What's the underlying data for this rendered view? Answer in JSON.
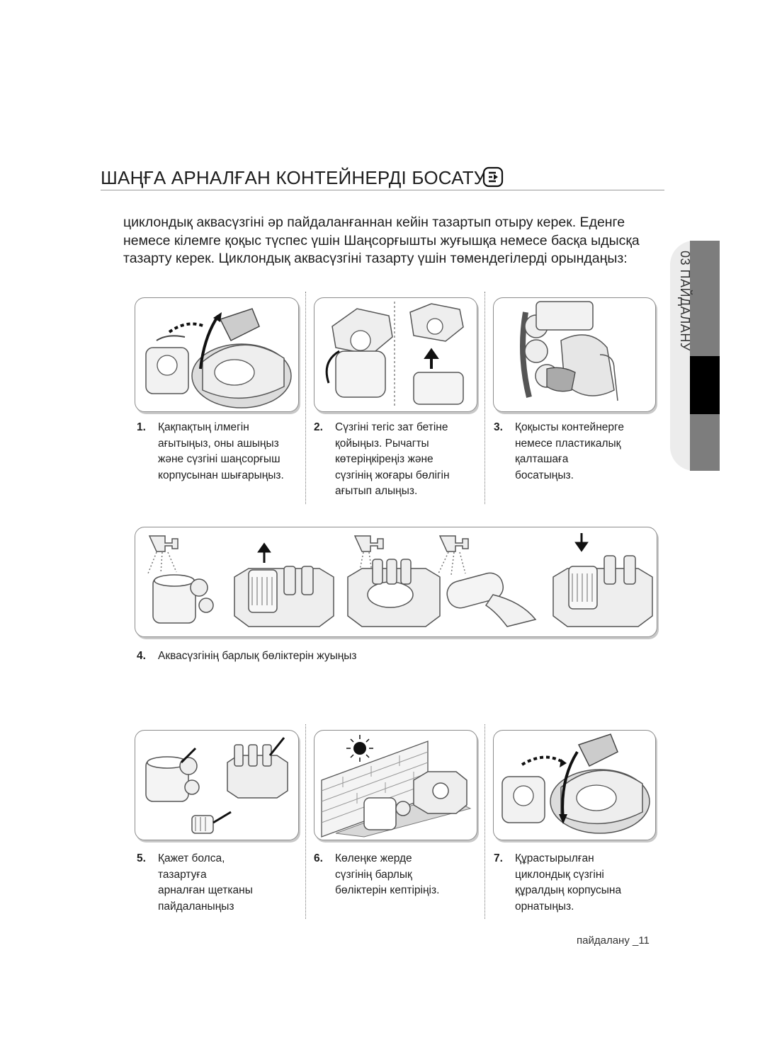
{
  "title": "ШАҢҒА АРНАЛҒАН КОНТЕЙНЕРДІ БОСАТУ",
  "title_icon": "plug-icon",
  "intro": "циклондық аквасүзгіні әр пайдаланғаннан кейін тазартып отыру керек. Еденге немесе кілемге қоқыс түспес үшін Шаңсорғышты жуғышқа немесе басқа ыдысқа тазарту керек. Циклондық аквасүзгіні тазарту үшін төмендегілерді орындаңыз:",
  "side_tab": "03 ПАЙДАЛАНУ",
  "steps": [
    {
      "num": "1.",
      "text": "Қақпақтың ілмегін\nағытыңыз, оны ашыңыз\nжәне сүзгіні шаңсорғыш\nкорпусынан шығарыңыз."
    },
    {
      "num": "2.",
      "text": "Сүзгіні тегіс зат бетіне\nқойыңыз. Рычагты\nкөтеріңкіреңіз және\nсүзгінің жоғары бөлігін\nағытып алыңыз."
    },
    {
      "num": "3.",
      "text": "Қоқысты контейнерге\nнемесе пластикалық\nқалташаға\nбосатыңыз."
    },
    {
      "num": "4.",
      "text": "Аквасүзгінің барлық бөліктерін жуыңыз"
    },
    {
      "num": "5.",
      "text": "Қажет болса,\nтазартуға\nарналған щетканы\nпайдаланыңыз"
    },
    {
      "num": "6.",
      "text": "Көлеңке жерде\nсүзгінің барлық\nбөліктерін кептіріңіз."
    },
    {
      "num": "7.",
      "text": "Құрастырылған\nциклондық сүзгіні\nқұралдың корпусына\nорнатыңыз."
    }
  ],
  "footer": "пайдалану _11",
  "colors": {
    "panel_border": "#8c8c8c",
    "side_tab_dark": "#7d7d7d",
    "side_tab_light": "#ececec",
    "side_tab_active": "#000000"
  }
}
